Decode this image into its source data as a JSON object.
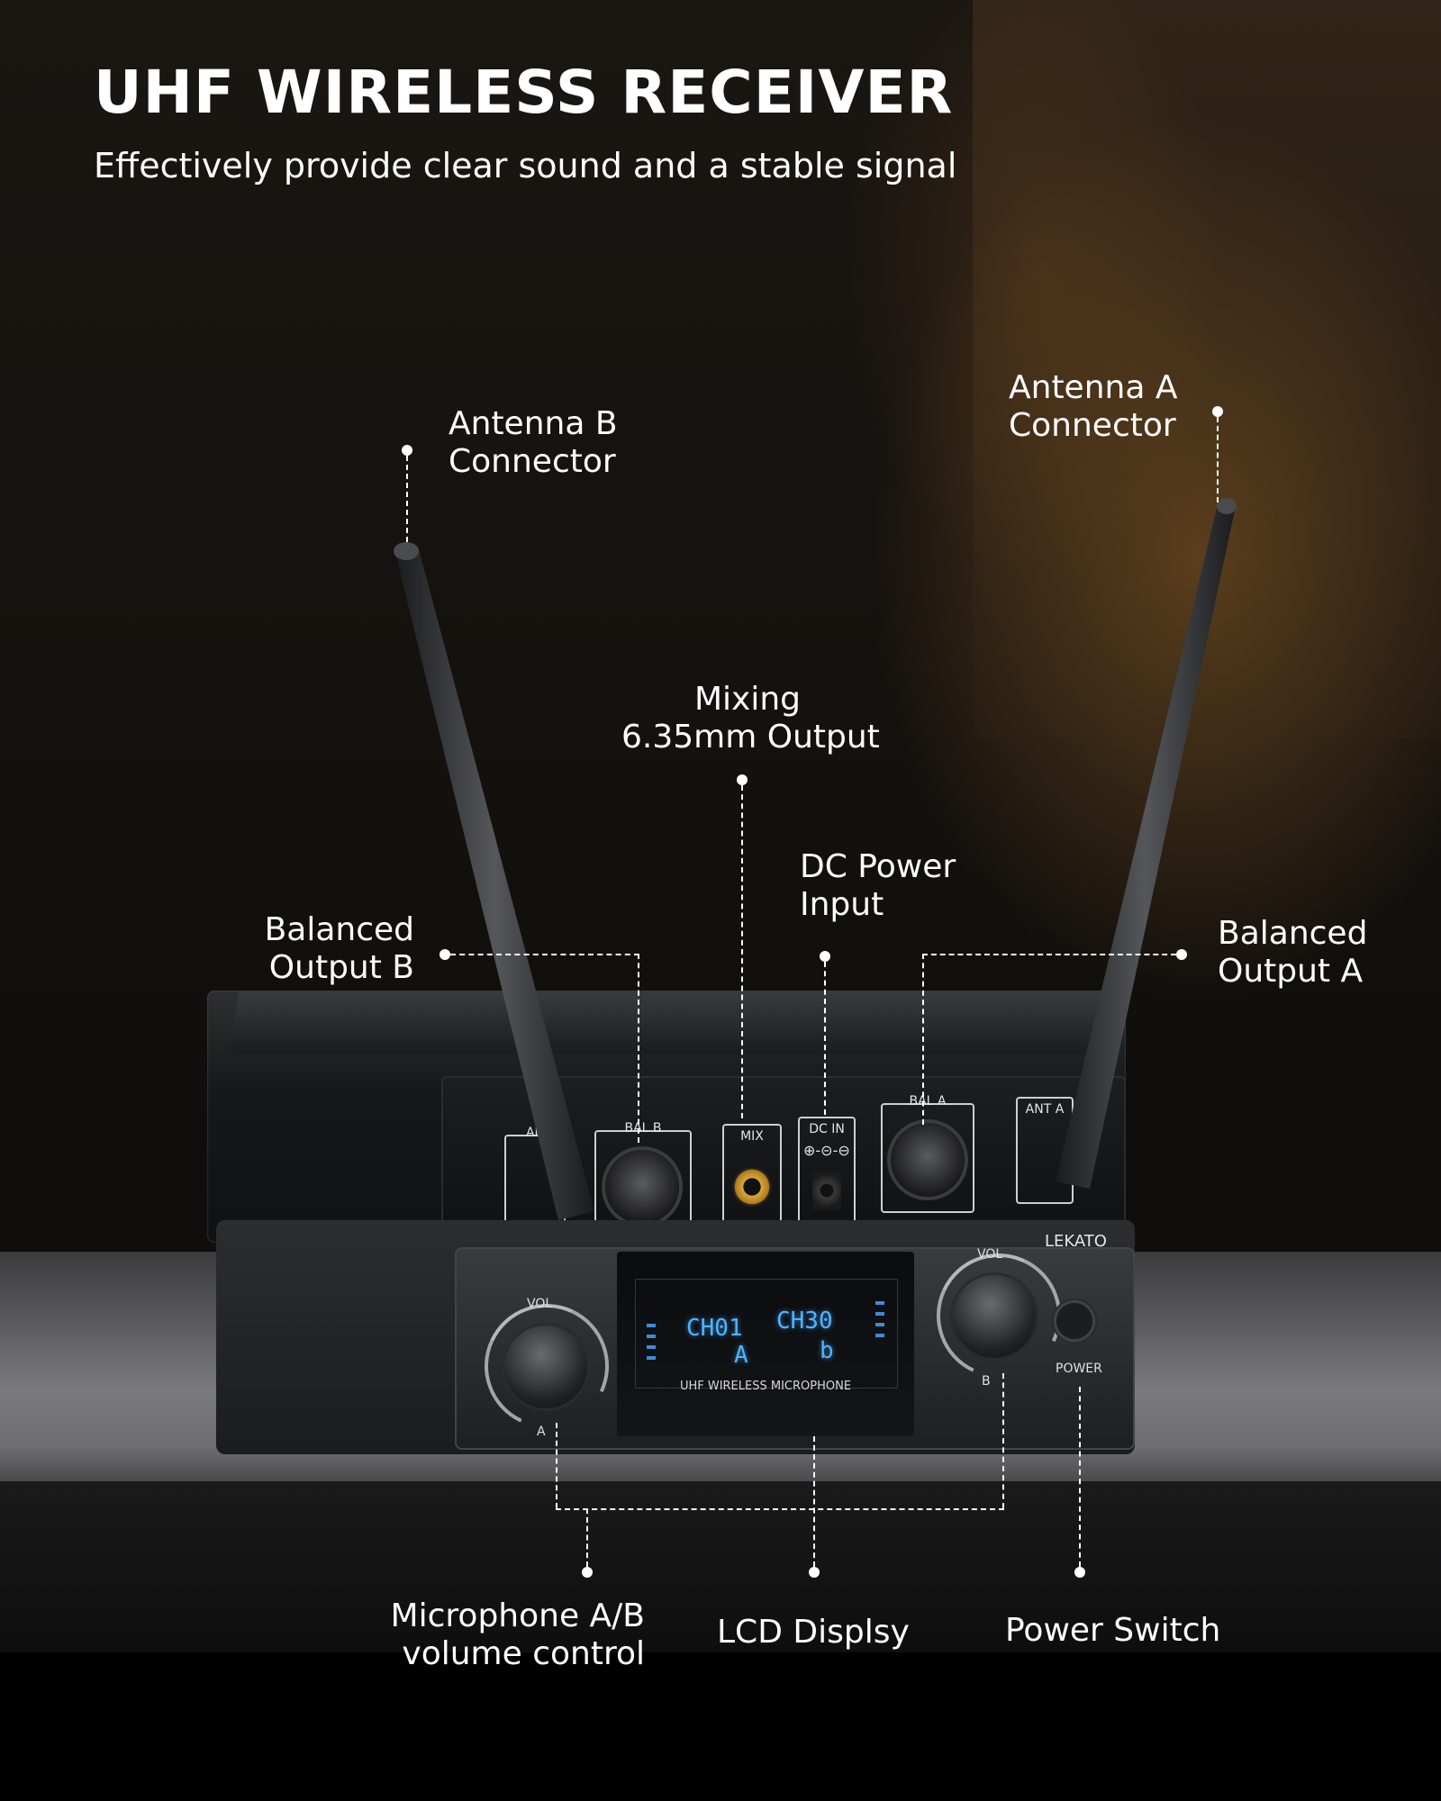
{
  "header": {
    "title": "UHF WIRELESS RECEIVER",
    "subtitle": "Effectively provide clear sound and a stable signal"
  },
  "callouts": {
    "antenna_b": "Antenna B\nConnector",
    "antenna_a": "Antenna A\nConnector",
    "mixing_output": "Mixing\n6.35mm Output",
    "dc_power": "DC Power\nInput",
    "balanced_b": "Balanced\nOutput B",
    "balanced_a": "Balanced\nOutput A",
    "volume_control": "Microphone A/B\nvolume control",
    "lcd_display": "LCD Displsy",
    "power_switch": "Power Switch"
  },
  "device": {
    "rear_ports": {
      "ant_b": "AN",
      "bal_b": "BAL B",
      "mix": "MIX",
      "dc_in": "DC IN",
      "dc_symbols": "⊕-⊝-⊖",
      "bal_a": "BAL A",
      "ant_a": "ANT A"
    },
    "brand": "LEKATO",
    "vol_label_a": "VOL",
    "vol_label_b": "VOL",
    "knob_a_label": "A",
    "knob_b_label": "B",
    "power_label": "POWER",
    "lcd": {
      "channel_a": "CH01",
      "channel_b": "CH30",
      "letter_a": "A",
      "letter_b": "b",
      "caption": "UHF WIRELESS MICROPHONE"
    }
  },
  "colors": {
    "lcd_blue": "#4fb3ff",
    "text": "#ffffff"
  }
}
